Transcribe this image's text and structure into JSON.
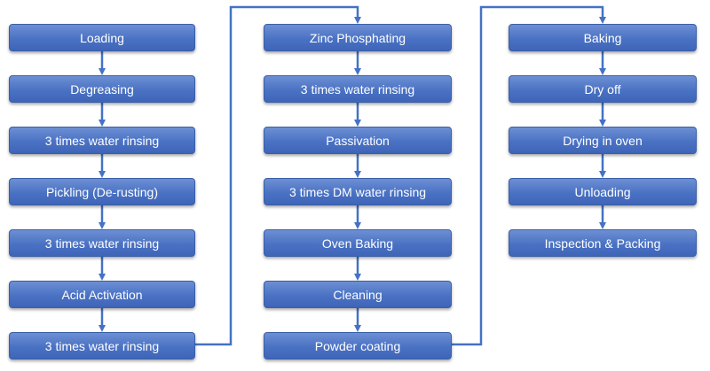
{
  "flow": {
    "column1": [
      "Loading",
      "Degreasing",
      "3 times water rinsing",
      "Pickling (De-rusting)",
      "3 times water rinsing",
      "Acid Activation",
      "3 times water rinsing"
    ],
    "column2": [
      "Zinc Phosphating",
      "3 times water rinsing",
      "Passivation",
      "3 times DM water rinsing",
      "Oven Baking",
      "Cleaning",
      "Powder coating"
    ],
    "column3": [
      "Baking",
      "Dry off",
      "Drying in oven",
      "Unloading",
      "Inspection & Packing"
    ]
  },
  "colors": {
    "box_fill": "#4a72c4",
    "box_border": "#3a5fa8",
    "connector": "#4472c4",
    "text": "#ffffff"
  }
}
